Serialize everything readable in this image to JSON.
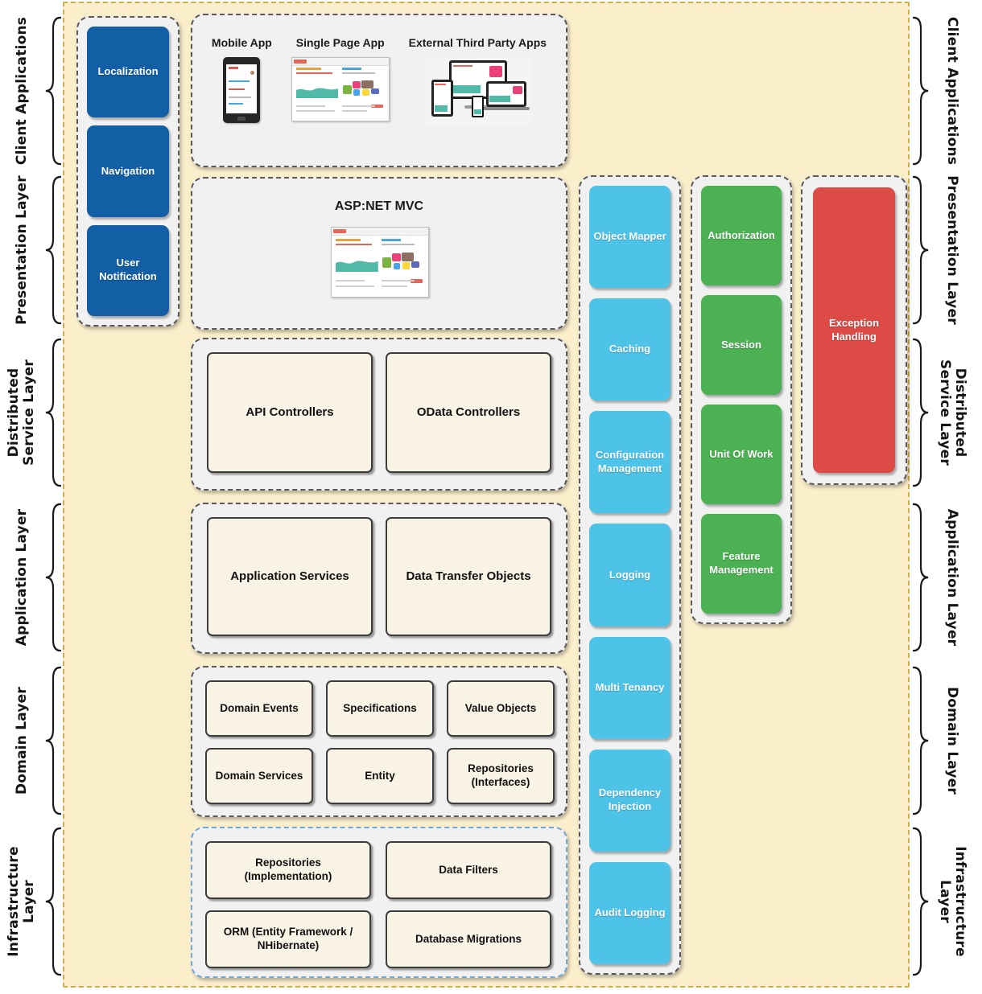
{
  "layers": [
    "Client Applications",
    "Presentation Layer",
    "Distributed Service Layer",
    "Application Layer",
    "Domain Layer",
    "Infrastructure Layer"
  ],
  "presentation_widgets": [
    "Localization",
    "Navigation",
    "User Notification"
  ],
  "client_apps": {
    "items": [
      "Mobile App",
      "Single Page App",
      "External Third Party Apps"
    ]
  },
  "mvc": {
    "title": "ASP:NET MVC"
  },
  "distributed_service": [
    "API Controllers",
    "OData Controllers"
  ],
  "application_layer": [
    "Application Services",
    "Data Transfer Objects"
  ],
  "domain_layer": [
    "Domain Events",
    "Specifications",
    "Value Objects",
    "Domain Services",
    "Entity",
    "Repositories (Interfaces)"
  ],
  "infrastructure_layer": [
    "Repositories (Implementation)",
    "Data Filters",
    "ORM (Entity Framework / NHibernate)",
    "Database Migrations"
  ],
  "cross_cutting": [
    "Object Mapper",
    "Caching",
    "Configuration Management",
    "Logging",
    "Multi Tenancy",
    "Dependency Injection",
    "Audit Logging"
  ],
  "security_column": [
    "Authorization",
    "Session",
    "Unit Of Work",
    "Feature Management"
  ],
  "exception_column": [
    "Exception Handling"
  ],
  "colors": {
    "board_background": "#FBEECB",
    "board_border": "#CDAC49",
    "panel_background": "#F1F1F1",
    "panel_border": "#595959",
    "infrastructure_panel_border": "#6FA8DC",
    "blue_box": "#135FA5",
    "cyan_box": "#4EC3E8",
    "green_box": "#4CB152",
    "red_box": "#DC4B45",
    "cream_box": "#F8F3E4",
    "chart_teal": "#52B9A8"
  }
}
